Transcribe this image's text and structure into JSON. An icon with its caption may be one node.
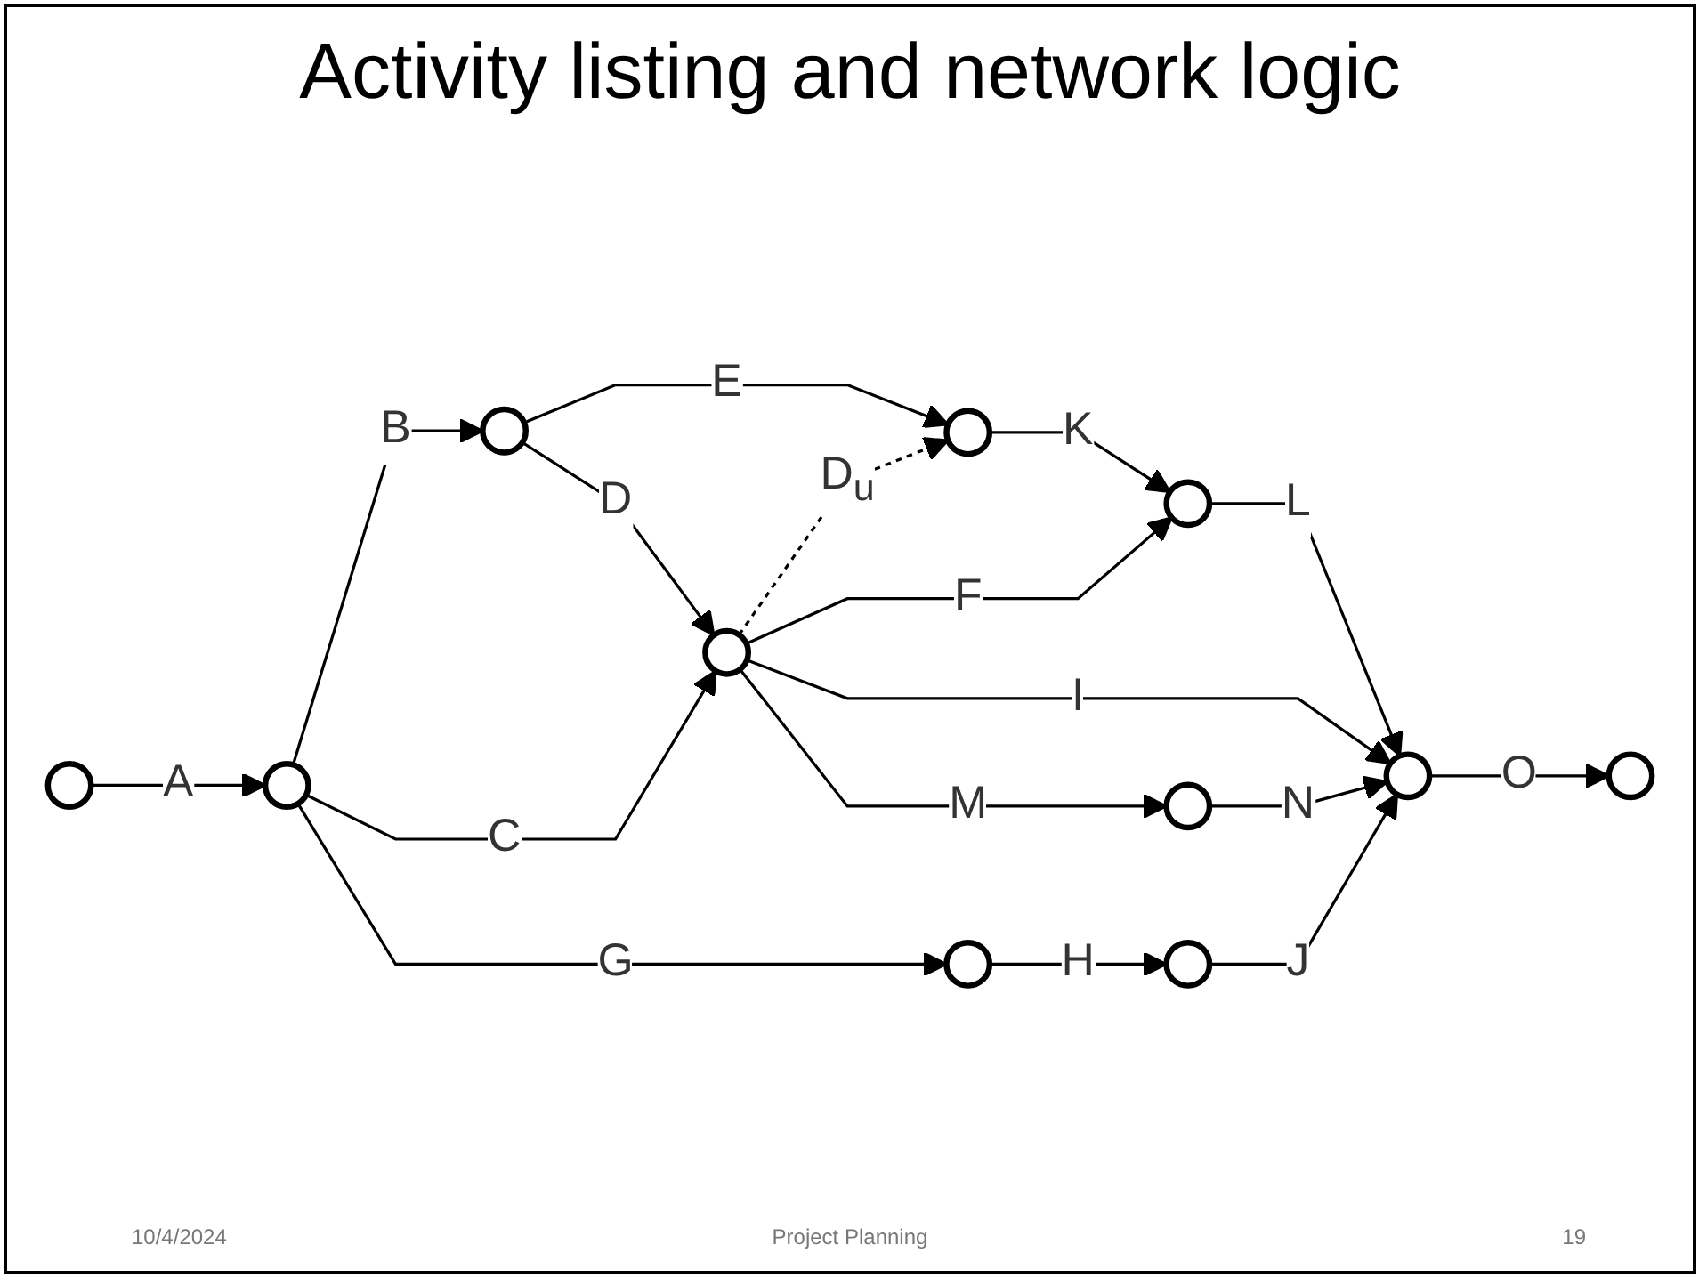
{
  "diagram": {
    "title": "Activity listing and network logic",
    "nodes": [
      {
        "text": [],
        "shape": "circle"
      },
      {
        "text": [],
        "shape": "circle"
      },
      {
        "text": [],
        "shape": "circle"
      },
      {
        "text": [],
        "shape": "circle"
      },
      {
        "text": [],
        "shape": "circle"
      },
      {
        "text": [],
        "shape": "circle"
      },
      {
        "text": [],
        "shape": "circle"
      },
      {
        "text": [],
        "shape": "circle"
      },
      {
        "text": [],
        "shape": "circle"
      },
      {
        "text": [],
        "shape": "circle"
      },
      {
        "text": [],
        "shape": "circle"
      }
    ],
    "edges": [
      {
        "from": 0,
        "to": 1,
        "arrow": "to",
        "label": "A"
      },
      {
        "from": 1,
        "to": 2,
        "arrow": "to",
        "label": "B"
      },
      {
        "from": 1,
        "to": 5,
        "arrow": "to",
        "label": "C"
      },
      {
        "from": 1,
        "to": 9,
        "arrow": "to",
        "label": "G"
      },
      {
        "from": 2,
        "to": 3,
        "arrow": "to",
        "label": "E"
      },
      {
        "from": 2,
        "to": 5,
        "arrow": "to",
        "label": "D"
      },
      {
        "from": 5,
        "to": 3,
        "arrow": "to",
        "label": "D$_{u}$",
        "style": "dashed"
      },
      {
        "from": 3,
        "to": 4,
        "arrow": "to",
        "label": "K"
      },
      {
        "from": 5,
        "to": 4,
        "arrow": "to",
        "label": "F"
      },
      {
        "from": 4,
        "to": 6,
        "arrow": "to",
        "label": "L"
      },
      {
        "from": 5,
        "to": 6,
        "arrow": "to",
        "label": "I"
      },
      {
        "from": 5,
        "to": 8,
        "arrow": "to",
        "label": "M"
      },
      {
        "from": 8,
        "to": 6,
        "arrow": "to",
        "label": "N"
      },
      {
        "from": 9,
        "to": 10,
        "arrow": "to",
        "label": "H"
      },
      {
        "from": 10,
        "to": 6,
        "arrow": "to",
        "label": "J"
      },
      {
        "from": 6,
        "to": 7,
        "arrow": "to",
        "label": "O"
      }
    ],
    "labels": [
      "10/4/2024",
      "Project Planning",
      "19"
    ]
  }
}
